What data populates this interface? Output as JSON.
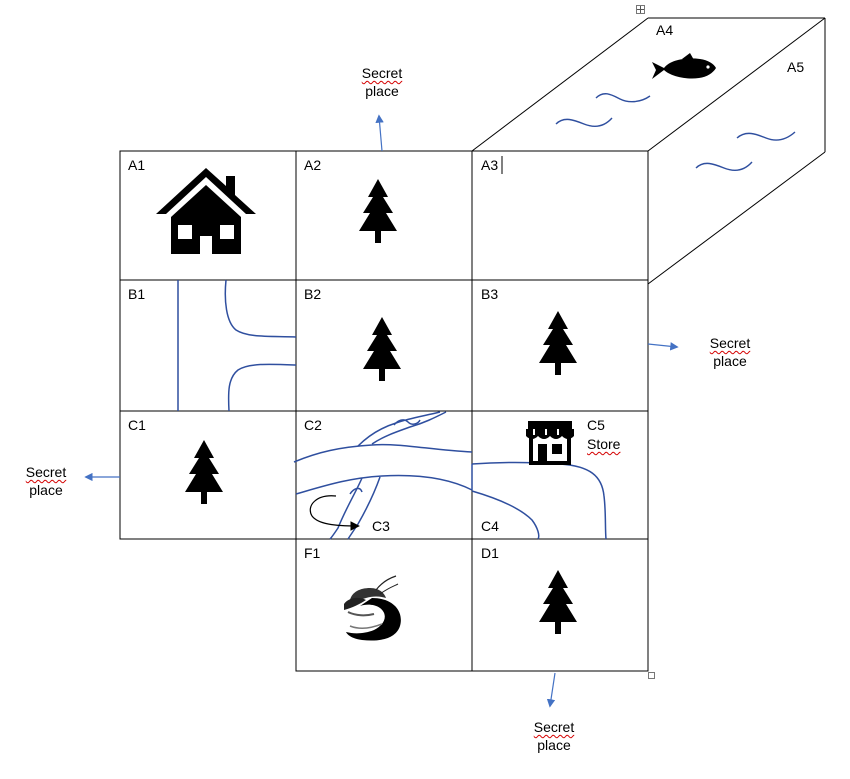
{
  "cells": {
    "a1": "A1",
    "a2": "A2",
    "a3": "A3",
    "a4": "A4",
    "a5": "A5",
    "b1": "B1",
    "b2": "B2",
    "b3": "B3",
    "c1": "C1",
    "c2": "C2",
    "c3": "C3",
    "c4": "C4",
    "c5": "C5",
    "d1": "D1",
    "f1": "F1"
  },
  "store_label": "Store",
  "secret_places": {
    "top": {
      "line1": "Secret",
      "line2": "place"
    },
    "right": {
      "line1": "Secret",
      "line2": "place"
    },
    "left": {
      "line1": "Secret",
      "line2": "place"
    },
    "bottom": {
      "line1": "Secret",
      "line2": "place"
    }
  },
  "icons": {
    "house": "house-icon",
    "tree": "tree-icon",
    "fish": "fish-icon",
    "store": "store-icon",
    "dragon": "dragon-icon",
    "water": "water-wave-icon"
  },
  "colors": {
    "arrow": "#4472c4",
    "river": "#2f4f9f",
    "grid": "#000000"
  }
}
